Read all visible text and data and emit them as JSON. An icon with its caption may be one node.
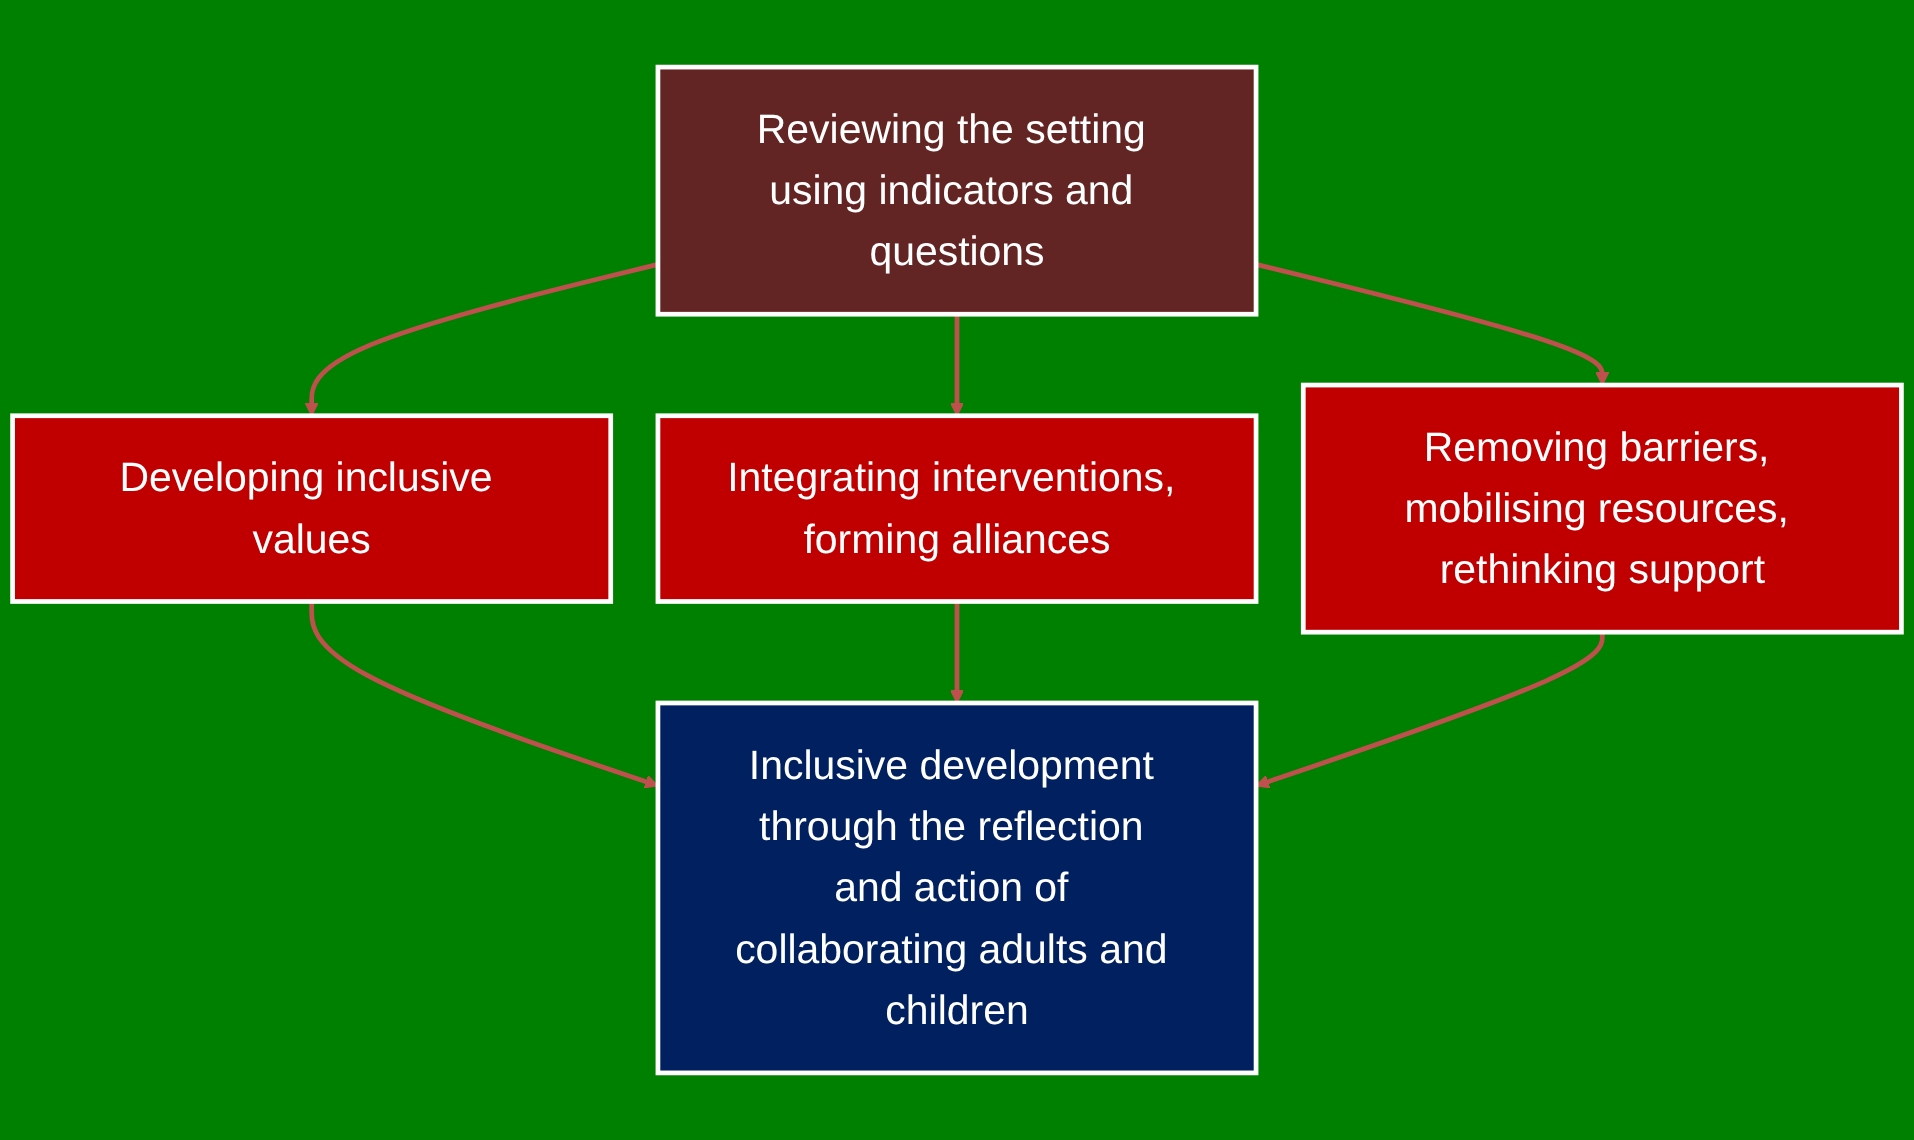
{
  "diagram": {
    "nodes": [
      {
        "text": [
          "Reviewing the setting using indicators and questions"
        ]
      },
      {
        "text": [
          "Developing inclusive values"
        ]
      },
      {
        "text": [
          "Integrating interventions, forming alliances"
        ]
      },
      {
        "text": [
          "Removing barriers, mobilising resources, rethinking support"
        ]
      },
      {
        "text": [
          "Inclusive development through the reflection and action of collaborating adults and children"
        ]
      }
    ],
    "edges": [
      {
        "from": 0,
        "to": 1,
        "arrow": "to"
      },
      {
        "from": 0,
        "to": 2,
        "arrow": "to"
      },
      {
        "from": 0,
        "to": 3,
        "arrow": "to"
      },
      {
        "from": 1,
        "to": 4,
        "arrow": "to"
      },
      {
        "from": 2,
        "to": 4,
        "arrow": "to"
      },
      {
        "from": 3,
        "to": 4,
        "arrow": "to"
      }
    ]
  }
}
